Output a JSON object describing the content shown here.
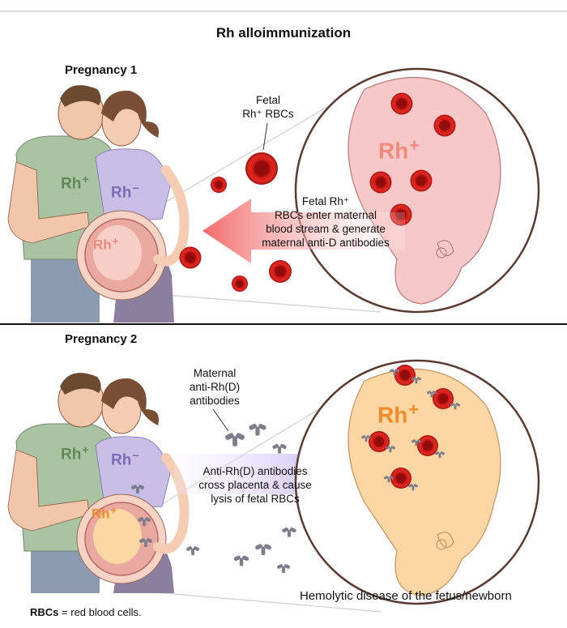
{
  "title": "Rh alloimmunization",
  "pregnancy1": {
    "heading": "Pregnancy 1",
    "father_rh": "Rh",
    "father_sign": "+",
    "mother_rh": "Rh",
    "mother_sign": "−",
    "fetus_rh": "Rh",
    "fetus_sign": "+",
    "zoom_rh": "Rh",
    "zoom_sign": "+",
    "label_fetal_line1": "Fetal",
    "label_fetal_line2": "Rh⁺ RBCs",
    "arrow_text": [
      "Fetal Rh⁺",
      "RBCs enter maternal",
      "blood stream & generate",
      "maternal anti-D antibodies"
    ]
  },
  "pregnancy2": {
    "heading": "Pregnancy 2",
    "father_rh": "Rh",
    "father_sign": "+",
    "mother_rh": "Rh",
    "mother_sign": "−",
    "fetus_rh": "Rh",
    "fetus_sign": "+",
    "zoom_rh": "Rh",
    "zoom_sign": "+",
    "antibody_label": [
      "Maternal",
      "anti-Rh(D)",
      "antibodies"
    ],
    "arrow_text": [
      "Anti-Rh(D) antibodies",
      "cross placenta & cause",
      "lysis of fetal RBCs"
    ],
    "hdn_label": "Hemolytic disease of the fetus/newborn"
  },
  "footer": {
    "abbr": "RBCs",
    "definition": "= red blood cells."
  },
  "colors": {
    "father_shirt": "#a9c3a3",
    "father_rh": "#5f8a58",
    "mother_shirt": "#c9bfe6",
    "mother_rh": "#7c6cb8",
    "fetus_rh_p1": "#e88a7c",
    "fetus_rh_p2": "#f08a2a",
    "rbc": "#c81414",
    "arrow_red": "#f26a6a",
    "arrow_purple": "#b9a7ef",
    "antibody": "#7d7d8c",
    "fetus_skin_p1": "#f7c8c8",
    "fetus_skin_p2": "#fcd7a3"
  }
}
